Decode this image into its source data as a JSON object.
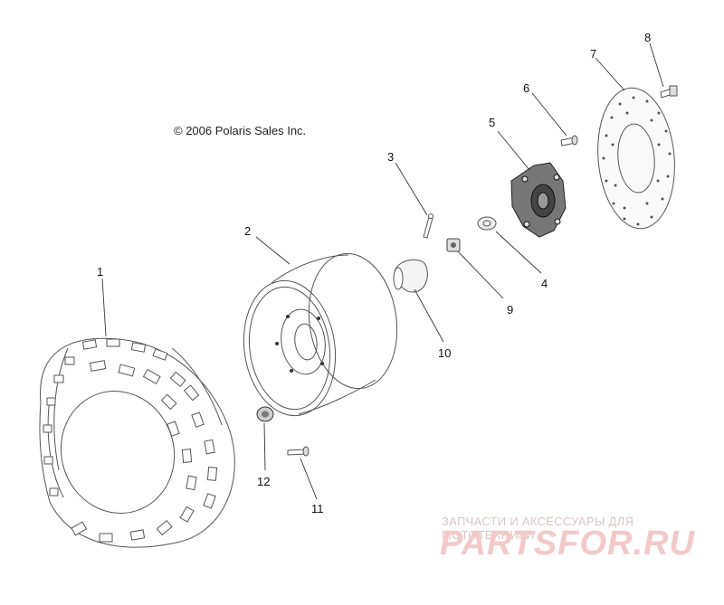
{
  "copyright": "© 2006 Polaris Sales Inc.",
  "callouts": [
    {
      "id": "1",
      "label": "1"
    },
    {
      "id": "2",
      "label": "2"
    },
    {
      "id": "3",
      "label": "3"
    },
    {
      "id": "4",
      "label": "4"
    },
    {
      "id": "5",
      "label": "5"
    },
    {
      "id": "6",
      "label": "6"
    },
    {
      "id": "7",
      "label": "7"
    },
    {
      "id": "8",
      "label": "8"
    },
    {
      "id": "9",
      "label": "9"
    },
    {
      "id": "10",
      "label": "10"
    },
    {
      "id": "11",
      "label": "11"
    },
    {
      "id": "12",
      "label": "12"
    }
  ],
  "watermark": {
    "tagline": "ЗАПЧАСТИ И АКСЕССУАРЫ ДЛЯ МОТОТЕХНИКИ",
    "logo": "PARTSFOR.RU"
  }
}
